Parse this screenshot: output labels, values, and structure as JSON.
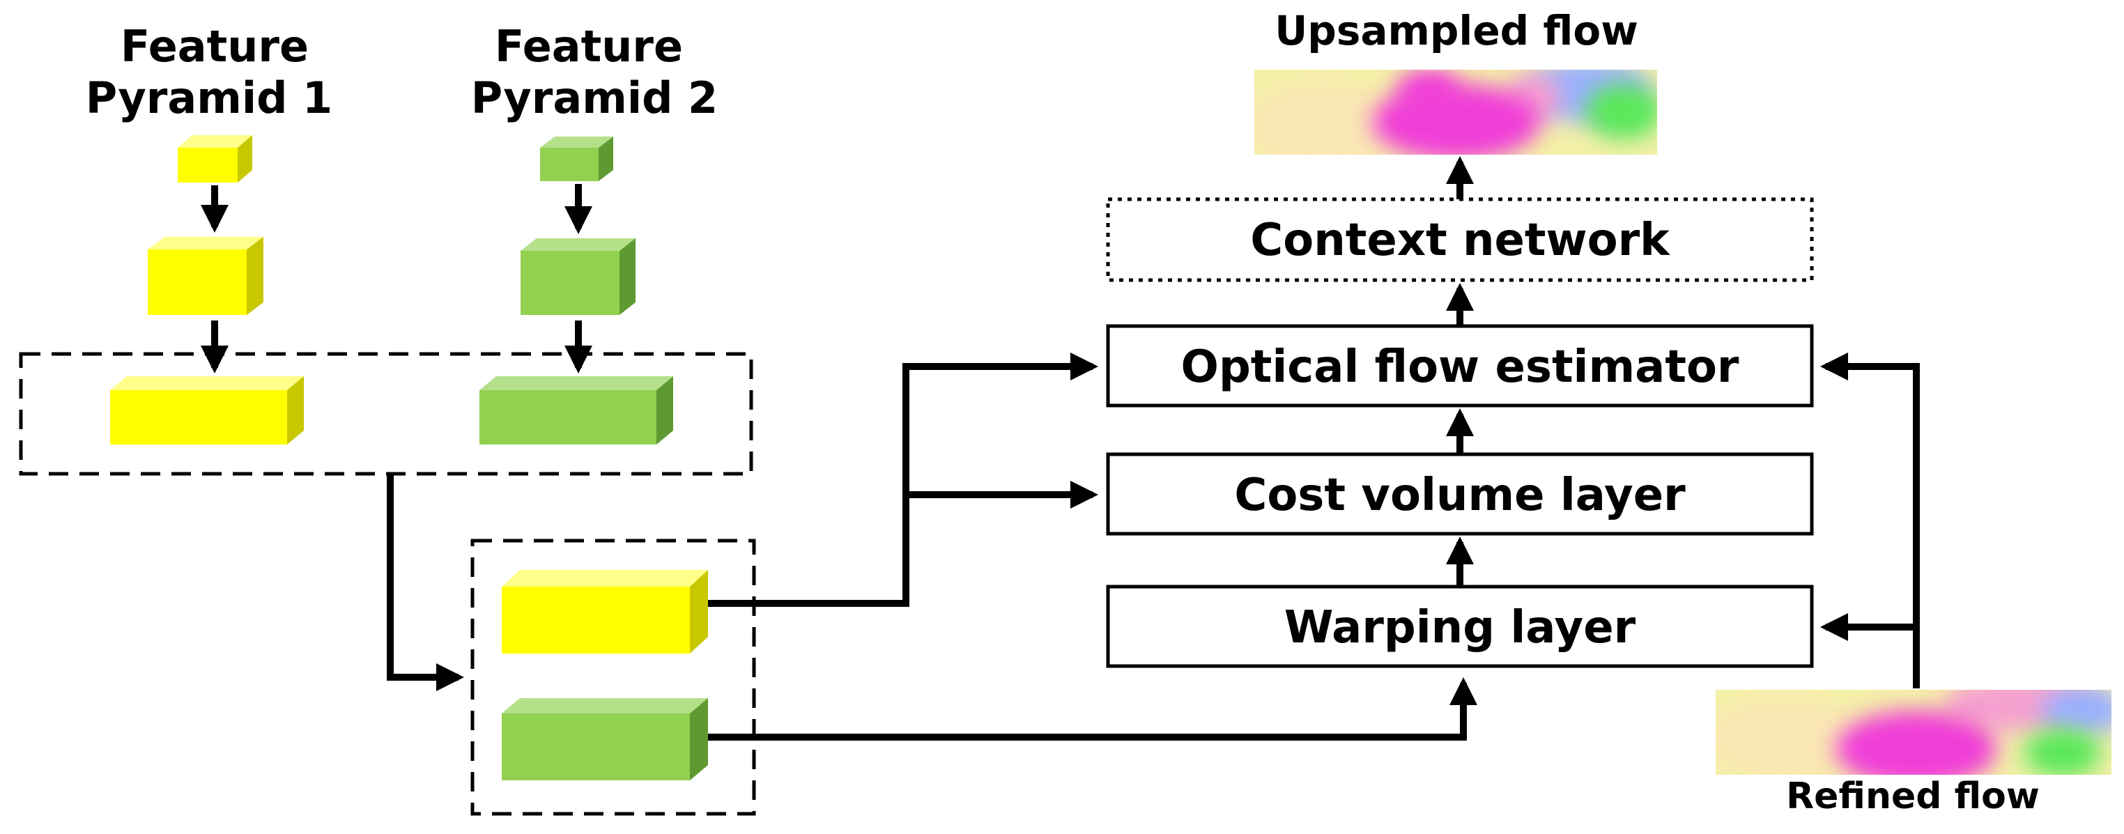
{
  "labels": {
    "pyramid1_line1": "Feature",
    "pyramid1_line2": "Pyramid 1",
    "pyramid2_line1": "Feature",
    "pyramid2_line2": "Pyramid 2",
    "upsampled_flow": "Upsampled flow",
    "refined_flow": "Refined flow"
  },
  "boxes": {
    "context_network": "Context network",
    "optical_flow_estimator": "Optical flow estimator",
    "cost_volume_layer": "Cost volume layer",
    "warping_layer": "Warping layer"
  },
  "colors": {
    "pyramid1": "#ffff00",
    "pyramid2": "#92d050",
    "flow_background": "#f4f0a8",
    "flow_magenta": "#f03cd8",
    "flow_green": "#5ae85a",
    "flow_pink": "#f5a0d0",
    "flow_blue": "#9ab0ff"
  }
}
